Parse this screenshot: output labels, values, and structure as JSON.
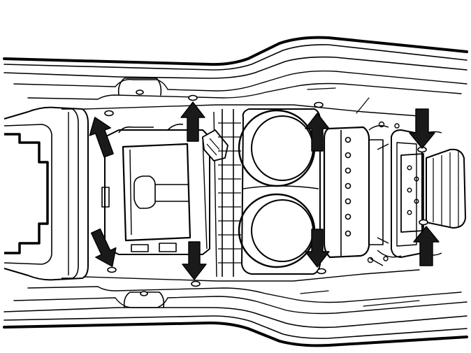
{
  "diagram": {
    "style": {
      "line_color": "#000000",
      "fill_color": "#ffffff",
      "arrow_color": "#1a1a1a"
    },
    "icons": {
      "arrow": "arrow-icon",
      "fastener": "fastener-icon"
    },
    "arrows": [
      {
        "id": "arrow-top-left",
        "direction": "up-left"
      },
      {
        "id": "arrow-top-center",
        "direction": "up"
      },
      {
        "id": "arrow-top-right-center",
        "direction": "up"
      },
      {
        "id": "arrow-top-right",
        "direction": "down"
      },
      {
        "id": "arrow-bottom-left",
        "direction": "down-right"
      },
      {
        "id": "arrow-bottom-center",
        "direction": "down"
      },
      {
        "id": "arrow-bottom-right-center",
        "direction": "down"
      },
      {
        "id": "arrow-bottom-right",
        "direction": "up"
      }
    ]
  }
}
